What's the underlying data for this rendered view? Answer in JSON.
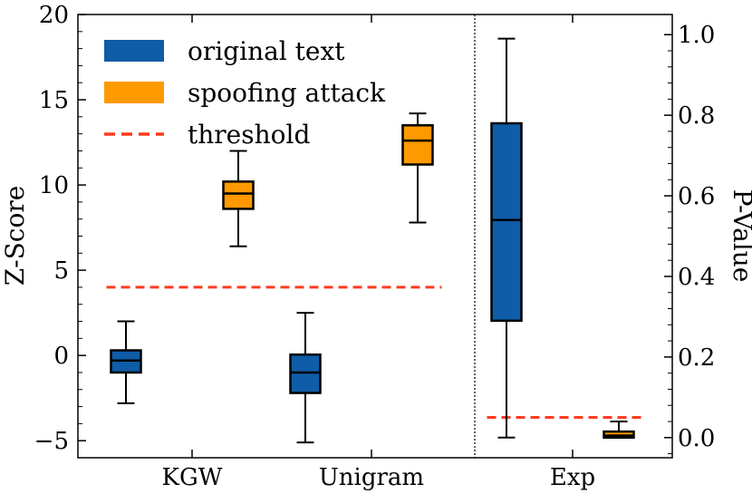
{
  "chart_data": {
    "type": "boxplot",
    "categories": [
      "KGW",
      "Unigram",
      "Exp"
    ],
    "left_axis": {
      "label": "Z-Score",
      "ylim": [
        -6,
        20
      ],
      "ticks": [
        -5,
        0,
        5,
        10,
        15,
        20
      ],
      "tick_labels": [
        "−5",
        "0",
        "5",
        "10",
        "15",
        "20"
      ]
    },
    "right_axis": {
      "label": "P-Value",
      "ylim": [
        -0.05,
        1.05
      ],
      "ticks": [
        0.0,
        0.2,
        0.4,
        0.6,
        0.8,
        1.0
      ],
      "tick_labels": [
        "0.0",
        "0.2",
        "0.4",
        "0.6",
        "0.8",
        "1.0"
      ]
    },
    "series": [
      {
        "name": "original text",
        "color": "#0f5ca8",
        "boxes": [
          {
            "category": "KGW",
            "axis": "left",
            "whislo": -2.8,
            "q1": -1.0,
            "med": -0.3,
            "q3": 0.3,
            "whishi": 2.0
          },
          {
            "category": "Unigram",
            "axis": "left",
            "whislo": -5.1,
            "q1": -2.2,
            "med": -1.0,
            "q3": 0.05,
            "whishi": 2.5
          },
          {
            "category": "Exp",
            "axis": "right",
            "whislo": 0.0,
            "q1": 0.29,
            "med": 0.54,
            "q3": 0.78,
            "whishi": 0.99
          }
        ]
      },
      {
        "name": "spoofing attack",
        "color": "#ff9900",
        "boxes": [
          {
            "category": "KGW",
            "axis": "left",
            "whislo": 6.4,
            "q1": 8.6,
            "med": 9.5,
            "q3": 10.2,
            "whishi": 12.0
          },
          {
            "category": "Unigram",
            "axis": "left",
            "whislo": 7.8,
            "q1": 11.2,
            "med": 12.6,
            "q3": 13.5,
            "whishi": 14.2
          },
          {
            "category": "Exp",
            "axis": "right",
            "whislo": 0.0,
            "q1": 0.0,
            "med": 0.005,
            "q3": 0.015,
            "whishi": 0.04
          }
        ]
      }
    ],
    "threshold": {
      "name": "threshold",
      "color": "#ff3b1f",
      "left_value": 4,
      "right_value": 0.05
    },
    "legend": {
      "position": "upper-left",
      "entries": [
        "original text",
        "spoofing attack",
        "threshold"
      ]
    },
    "grid": false
  }
}
